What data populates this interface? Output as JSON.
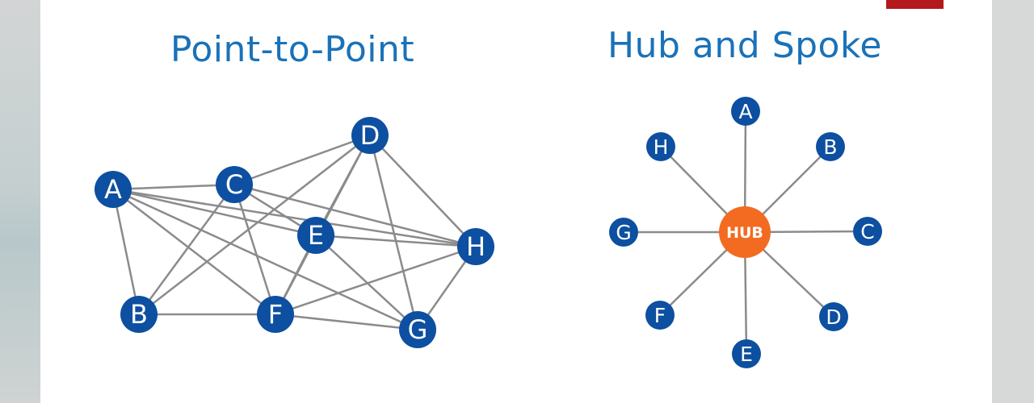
{
  "diagrams": {
    "point_to_point": {
      "title": "Point-to-Point",
      "nodes": [
        "A",
        "B",
        "C",
        "D",
        "E",
        "F",
        "G",
        "H"
      ],
      "edges": [
        [
          "A",
          "C"
        ],
        [
          "A",
          "E"
        ],
        [
          "A",
          "F"
        ],
        [
          "A",
          "G"
        ],
        [
          "A",
          "B"
        ],
        [
          "A",
          "H"
        ],
        [
          "B",
          "C"
        ],
        [
          "B",
          "D"
        ],
        [
          "B",
          "F"
        ],
        [
          "C",
          "D"
        ],
        [
          "C",
          "E"
        ],
        [
          "C",
          "F"
        ],
        [
          "C",
          "H"
        ],
        [
          "D",
          "E"
        ],
        [
          "D",
          "F"
        ],
        [
          "D",
          "G"
        ],
        [
          "D",
          "H"
        ],
        [
          "E",
          "F"
        ],
        [
          "E",
          "G"
        ],
        [
          "E",
          "H"
        ],
        [
          "F",
          "G"
        ],
        [
          "F",
          "H"
        ],
        [
          "G",
          "H"
        ]
      ]
    },
    "hub_and_spoke": {
      "title": "Hub and Spoke",
      "hub_label": "HUB",
      "spokes": [
        "A",
        "B",
        "C",
        "D",
        "E",
        "F",
        "G",
        "H"
      ]
    }
  },
  "colors": {
    "title": "#1a72b8",
    "node": "#0d4fa0",
    "hub": "#f26b21",
    "edge": "#8b8b8b",
    "accent": "#b3191c"
  }
}
